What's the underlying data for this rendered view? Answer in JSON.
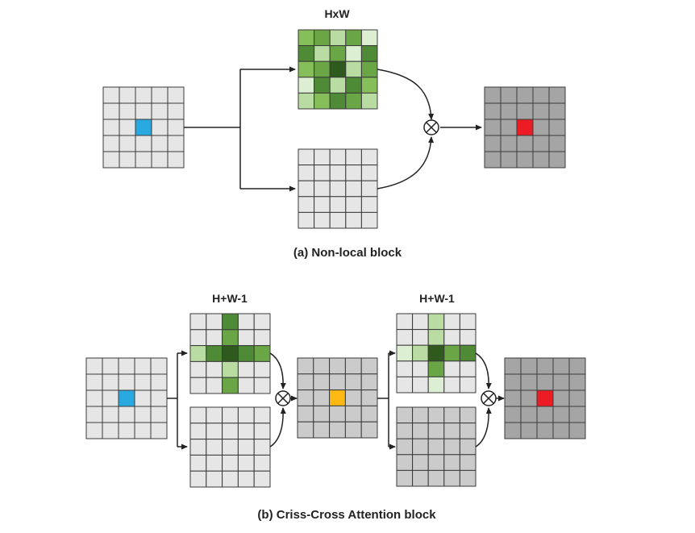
{
  "part_a": {
    "caption": "(a) Non-local block",
    "label": "HxW"
  },
  "part_b": {
    "caption": "(b) Criss-Cross Attention block",
    "label_1": "H+W-1",
    "label_2": "H+W-1"
  },
  "colors": {
    "light_grid": "#e6e6e6",
    "mid_grid": "#cbcbcb",
    "dark_grid": "#a5a5a5",
    "query": "#29a9e0",
    "intermediate": "#fdb813",
    "output": "#ed1c24",
    "green_shades": [
      "#dcefd3",
      "#b9dca2",
      "#86bf5a",
      "#6aa646",
      "#4f8a36",
      "#2f5a1e"
    ]
  },
  "cells": {
    "nonlocal_attention": [
      [
        2,
        3,
        1,
        3,
        0
      ],
      [
        4,
        1,
        3,
        0,
        4
      ],
      [
        2,
        3,
        5,
        1,
        3
      ],
      [
        0,
        4,
        1,
        4,
        2
      ],
      [
        1,
        2,
        4,
        3,
        1
      ]
    ],
    "cca_attention_1": [
      [
        -1,
        -1,
        4,
        -1,
        -1
      ],
      [
        -1,
        -1,
        3,
        -1,
        -1
      ],
      [
        1,
        4,
        5,
        4,
        3
      ],
      [
        -1,
        -1,
        1,
        -1,
        -1
      ],
      [
        -1,
        -1,
        3,
        -1,
        -1
      ]
    ],
    "cca_attention_2": [
      [
        -1,
        -1,
        1,
        -1,
        -1
      ],
      [
        -1,
        -1,
        1,
        -1,
        -1
      ],
      [
        0,
        1,
        5,
        3,
        4
      ],
      [
        -1,
        -1,
        3,
        -1,
        -1
      ],
      [
        -1,
        -1,
        0,
        -1,
        -1
      ]
    ]
  }
}
